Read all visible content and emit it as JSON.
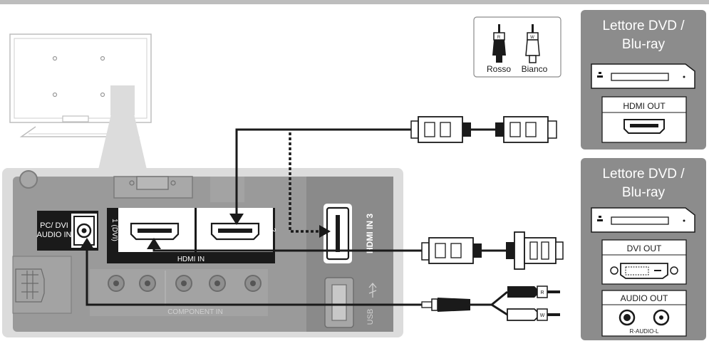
{
  "legend": {
    "red_label": "Rosso",
    "white_label": "Bianco",
    "red_plug_letter": "R",
    "white_plug_letter": "W"
  },
  "device_hdmi": {
    "title_line1": "Lettore DVD /",
    "title_line2": "Blu-ray",
    "port_label": "HDMI OUT"
  },
  "device_dvi": {
    "title_line1": "Lettore DVD /",
    "title_line2": "Blu-ray",
    "dvi_port_label": "DVI OUT",
    "audio_port_label": "AUDIO OUT",
    "audio_sublabel": "R-AUDIO-L"
  },
  "tv_panel": {
    "pc_dvi_audio_line1": "PC/ DVI",
    "pc_dvi_audio_line2": "AUDIO IN",
    "hdmi_in_label": "HDMI IN",
    "hdmi_port1_label": "1 (DVI)",
    "hdmi_port2_label": "2",
    "hdmi_in3_label": "HDMI IN 3",
    "component_in_label": "COMPONENT IN",
    "usb_label": "USB"
  },
  "colors": {
    "panel_gray": "#dcdcdc",
    "port_gray": "#9a9a9a",
    "device_box": "#8c8c8c",
    "cable_black": "#1a1a1a"
  }
}
